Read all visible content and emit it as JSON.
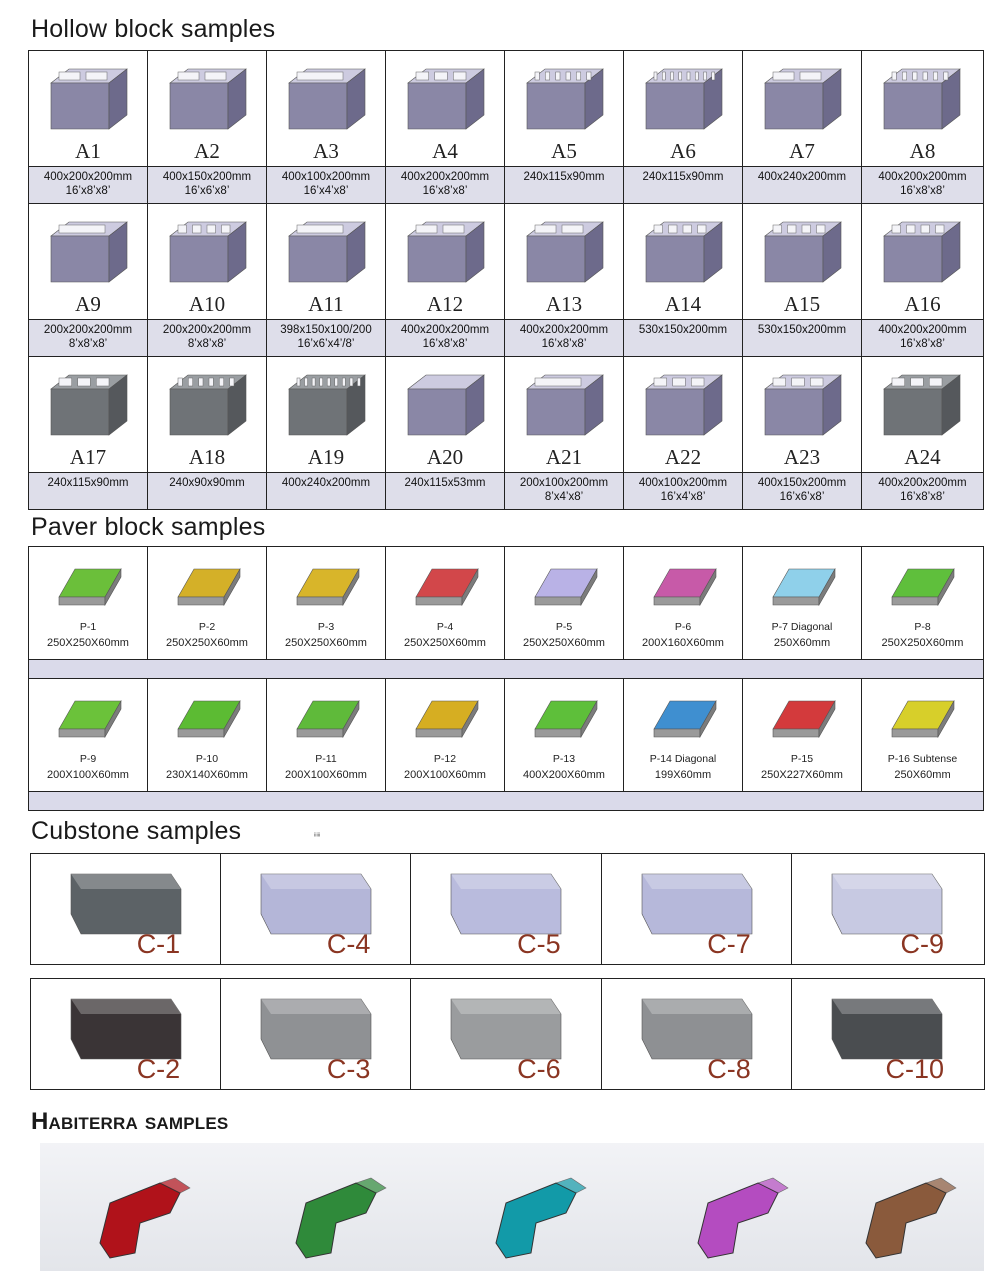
{
  "sections": {
    "hollow_title": "Hollow block samples",
    "paver_title": "Paver block samples",
    "curb_title": "Cubstone samples",
    "curb_note": "ᵢᵢᵢᵢᵢ",
    "habiterra_title": "Habiterra samples"
  },
  "hollow": [
    {
      "id": "A1",
      "dim1": "400x200x200mm",
      "dim2": "16’x8’x8’"
    },
    {
      "id": "A2",
      "dim1": "400x150x200mm",
      "dim2": "16’x6’x8’"
    },
    {
      "id": "A3",
      "dim1": "400x100x200mm",
      "dim2": "16’x4’x8’"
    },
    {
      "id": "A4",
      "dim1": "400x200x200mm",
      "dim2": "16’x8’x8’"
    },
    {
      "id": "A5",
      "dim1": "240x115x90mm",
      "dim2": ""
    },
    {
      "id": "A6",
      "dim1": "240x115x90mm",
      "dim2": ""
    },
    {
      "id": "A7",
      "dim1": "400x240x200mm",
      "dim2": ""
    },
    {
      "id": "A8",
      "dim1": "400x200x200mm",
      "dim2": "16’x8’x8’"
    },
    {
      "id": "A9",
      "dim1": "200x200x200mm",
      "dim2": "8’x8’x8’"
    },
    {
      "id": "A10",
      "dim1": "200x200x200mm",
      "dim2": "8’x8’x8’"
    },
    {
      "id": "A11",
      "dim1": "398x150x100/200",
      "dim2": "16’x6’x4’/8’"
    },
    {
      "id": "A12",
      "dim1": "400x200x200mm",
      "dim2": "16’x8’x8’"
    },
    {
      "id": "A13",
      "dim1": "400x200x200mm",
      "dim2": "16’x8’x8’"
    },
    {
      "id": "A14",
      "dim1": "530x150x200mm",
      "dim2": ""
    },
    {
      "id": "A15",
      "dim1": "530x150x200mm",
      "dim2": ""
    },
    {
      "id": "A16",
      "dim1": "400x200x200mm",
      "dim2": "16’x8’x8’"
    },
    {
      "id": "A17",
      "dim1": "240x115x90mm",
      "dim2": ""
    },
    {
      "id": "A18",
      "dim1": "240x90x90mm",
      "dim2": ""
    },
    {
      "id": "A19",
      "dim1": "400x240x200mm",
      "dim2": ""
    },
    {
      "id": "A20",
      "dim1": "240x115x53mm",
      "dim2": ""
    },
    {
      "id": "A21",
      "dim1": "200x100x200mm",
      "dim2": "8’x4’x8’"
    },
    {
      "id": "A22",
      "dim1": "400x100x200mm",
      "dim2": "16’x4’x8’"
    },
    {
      "id": "A23",
      "dim1": "400x150x200mm",
      "dim2": "16’x6’x8’"
    },
    {
      "id": "A24",
      "dim1": "400x200x200mm",
      "dim2": "16’x8’x8’"
    }
  ],
  "pavers": [
    {
      "id": "P-1",
      "size": "250X250X60mm",
      "color": "#6bbf3a"
    },
    {
      "id": "P-2",
      "size": "250X250X60mm",
      "color": "#d4b028"
    },
    {
      "id": "P-3",
      "size": "250X250X60mm",
      "color": "#d8b52a"
    },
    {
      "id": "P-4",
      "size": "250X250X60mm",
      "color": "#d2474a"
    },
    {
      "id": "P-5",
      "size": "250X250X60mm",
      "color": "#b9b2e6"
    },
    {
      "id": "P-6",
      "size": "200X160X60mm",
      "color": "#c75aa8"
    },
    {
      "id": "P-7 Diagonal",
      "size": "250X60mm",
      "color": "#8fd0ea"
    },
    {
      "id": "P-8",
      "size": "250X250X60mm",
      "color": "#5fbf3c"
    },
    {
      "id": "P-9",
      "size": "200X100X60mm",
      "color": "#6bc23a"
    },
    {
      "id": "P-10",
      "size": "230X140X60mm",
      "color": "#5cbb33"
    },
    {
      "id": "P-11",
      "size": "200X100X60mm",
      "color": "#5fba3a"
    },
    {
      "id": "P-12",
      "size": "200X100X60mm",
      "color": "#d6ae22"
    },
    {
      "id": "P-13",
      "size": "400X200X60mm",
      "color": "#5ebf3a"
    },
    {
      "id": "P-14 Diagonal",
      "size": "199X60mm",
      "color": "#3f8fd0"
    },
    {
      "id": "P-15",
      "size": "250X227X60mm",
      "color": "#d33a3c"
    },
    {
      "id": "P-16 Subtense",
      "size": "250X60mm",
      "color": "#d7cf2a"
    }
  ],
  "curbs_top": [
    {
      "id": "C-1",
      "color": "#5c6266"
    },
    {
      "id": "C-4",
      "color": "#b4b6d8"
    },
    {
      "id": "C-5",
      "color": "#b9bbdd"
    },
    {
      "id": "C-7",
      "color": "#b6b8da"
    },
    {
      "id": "C-9",
      "color": "#c7c9e2"
    }
  ],
  "curbs_bottom": [
    {
      "id": "C-2",
      "color": "#3a3436"
    },
    {
      "id": "C-3",
      "color": "#8f9194"
    },
    {
      "id": "C-6",
      "color": "#9a9c9e"
    },
    {
      "id": "C-8",
      "color": "#8e9093"
    },
    {
      "id": "C-10",
      "color": "#4a4d50"
    }
  ],
  "habiterra": [
    {
      "name": "red-profile",
      "color": "#b0121a"
    },
    {
      "name": "green-profile",
      "color": "#2f8a3a"
    },
    {
      "name": "teal-profile",
      "color": "#129aa8"
    },
    {
      "name": "purple-profile",
      "color": "#b44cc0"
    },
    {
      "name": "brown-profile",
      "color": "#8a5a3c"
    }
  ]
}
